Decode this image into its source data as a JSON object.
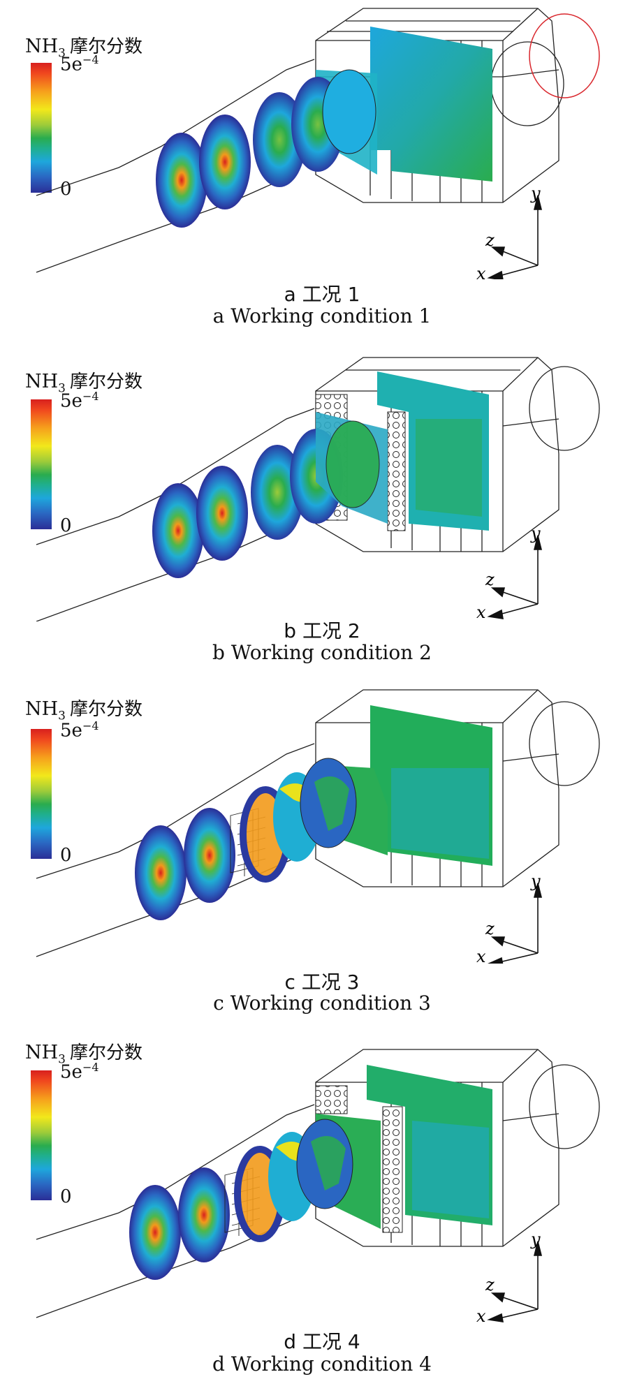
{
  "legend": {
    "species": "NH",
    "species_sub": "3",
    "quantity": "摩尔分数",
    "max_base": "5e",
    "max_exp": "−4",
    "min": "0"
  },
  "axes": {
    "y": "y",
    "z": "z",
    "x": "x"
  },
  "panels": [
    {
      "caption_cn": "a 工况 1",
      "caption_en": "a Working condition 1"
    },
    {
      "caption_cn": "b 工况 2",
      "caption_en": "b Working condition 2"
    },
    {
      "caption_cn": "c 工况 3",
      "caption_en": "c Working condition 3"
    },
    {
      "caption_cn": "d 工况 4",
      "caption_en": "d Working condition 4"
    }
  ],
  "colors": {
    "low": "#2a2e96",
    "mid": "#2aac4e",
    "high": "#d8201e",
    "outlet_highlight": "#d9262c"
  }
}
